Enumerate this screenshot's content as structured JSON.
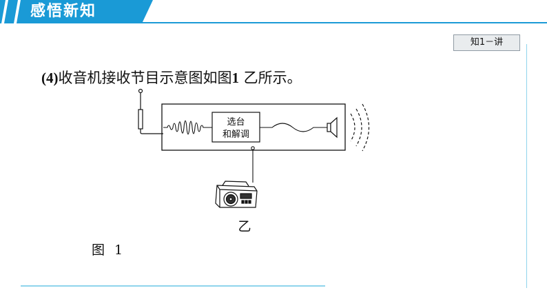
{
  "header": {
    "title": "感悟新知"
  },
  "badge": {
    "label": "知1－讲"
  },
  "content": {
    "heading_prefix": "(4)",
    "heading_text": "收音机接收节目示意图如图",
    "heading_fig_num": "1",
    "heading_suffix": " 乙所示。",
    "diagram": {
      "tuner_label_line1": "选台",
      "tuner_label_line2": "和解调",
      "sub_label": "乙"
    },
    "figure_caption": "图 1"
  },
  "colors": {
    "header_blue": "#1a9ad6",
    "accent_line": "#8ed4ec"
  }
}
